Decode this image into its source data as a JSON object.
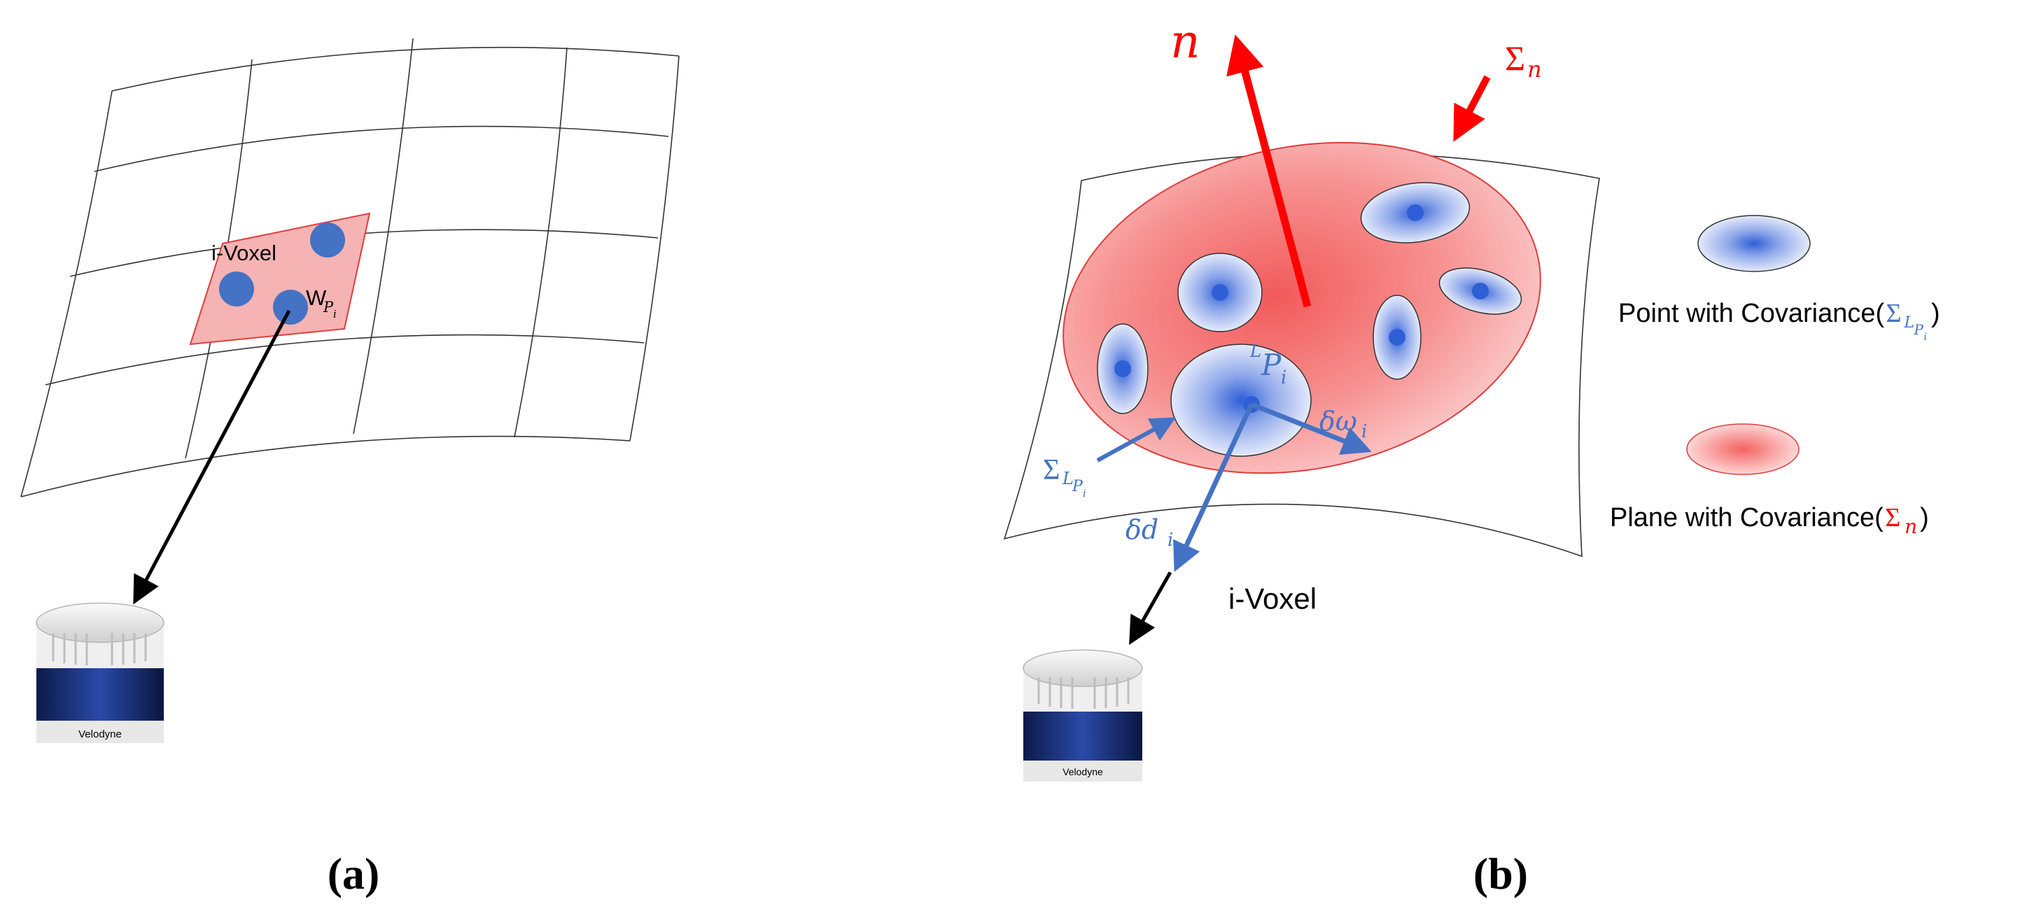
{
  "panel_a": {
    "caption": "(a)",
    "voxel_label": "i-Voxel",
    "point_label_main": "W",
    "point_label_sub": "P",
    "point_label_subsub": "i",
    "sensor_brand": "Velodyne"
  },
  "panel_b": {
    "caption": "(b)",
    "normal_label": "n",
    "plane_cov_label": "Σ",
    "plane_cov_sub": "n",
    "point_label_sup": "L",
    "point_label_main": "P",
    "point_label_sub": "i",
    "omega_label": "δω",
    "omega_sub": "i",
    "dist_label": "δd",
    "dist_sub": "i",
    "point_cov_label": "Σ",
    "point_cov_sub": "L",
    "point_cov_subsub": "P",
    "point_cov_subsubsub": "i",
    "voxel_label": "i-Voxel",
    "sensor_brand": "Velodyne"
  },
  "legend": {
    "point_text": "Point with Covariance(",
    "point_sym": "Σ",
    "point_sub": "L",
    "point_subsub": "P",
    "point_subsubsub": "i",
    "point_close": ")",
    "plane_text": "Plane with Covariance(",
    "plane_sym": "Σ",
    "plane_sub": "n",
    "plane_close": ")"
  },
  "colors": {
    "red": "#ff0000",
    "blue": "#4472c4",
    "point_blue": "#4472c4",
    "cell_fill": "#f5b3b3"
  }
}
